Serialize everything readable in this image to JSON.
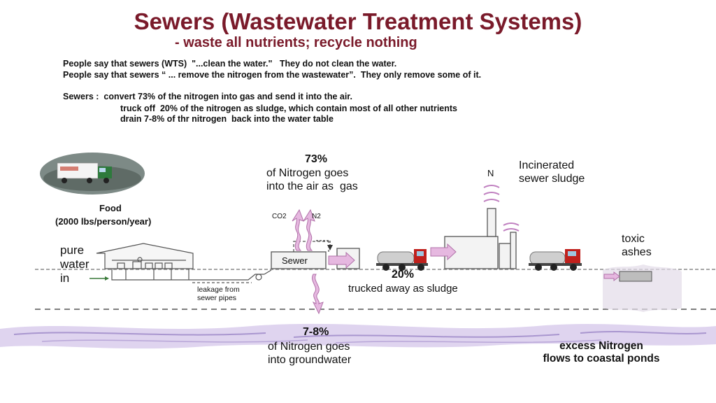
{
  "slide": {
    "title": "Sewers (Wastewater Treatment Systems)",
    "subtitle": "-  waste all nutrients;  recycle nothing",
    "intro": {
      "line1": "People say that sewers (WTS)  \"...clean the water.\"   They do not clean the water.",
      "line2": "People say that sewers “ ... remove the nitrogen from the wastewater”.  They only remove some of it.",
      "line3": "Sewers :  convert 73% of the nitrogen into gas and send it into the air.",
      "line4": "truck off  20% of the nitrogen as sludge, which contain most of all other nutrients",
      "line5": "drain 7-8% of thr nitrogen  back into the water table"
    }
  },
  "diagram": {
    "food_label": "Food",
    "food_amount": "(2000 lbs/person/year)",
    "pure_water": "pure\nwater\nin",
    "leakage": "leakage from\nsewer pipes",
    "co2": "CO2",
    "n2": "N2",
    "sewer_box": "Sewer",
    "air_pct": "73%",
    "air_text": "of Nitrogen goes\ninto the air as  gas",
    "sludge_pct": "20%",
    "sludge_text": "trucked away as sludge",
    "n_label": "N",
    "incinerated": "Incinerated\nsewer sludge",
    "toxic": "toxic\nashes",
    "ground_pct": "7-8%",
    "ground_text": "of Nitrogen goes\ninto groundwater",
    "coastal": "excess Nitrogen\nflows to coastal ponds"
  },
  "colors": {
    "title": "#7a1a2a",
    "arrow_fill": "#e6b8e0",
    "arrow_stroke": "#b070a8",
    "water": "#c9b9e0",
    "truck_cab": "#c0201c"
  }
}
